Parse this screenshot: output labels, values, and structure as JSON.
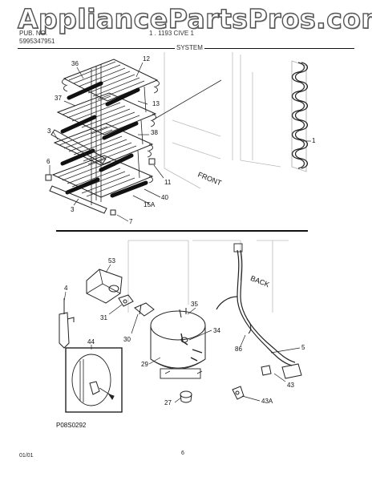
{
  "watermark": "AppliancePartsPros.com",
  "header": {
    "brand_partial": "PUB. NO. ",
    "pub_number": "5995347951",
    "model_partial": "1 .  1193  CIVE  1"
  },
  "section_title": "SYSTEM",
  "labels": {
    "front": "FRONT",
    "back": "BACK"
  },
  "callouts": {
    "c36": "36",
    "c12": "12",
    "c37": "37",
    "c13": "13",
    "c3a": "3",
    "c38": "38",
    "c6": "6",
    "c11": "11",
    "c40": "40",
    "c15a": "15A",
    "c3b": "3",
    "c7": "7",
    "c1": "1",
    "c53": "53",
    "c4": "4",
    "c31": "31",
    "c35": "35",
    "c34": "34",
    "c30": "30",
    "c44": "44",
    "c86": "86",
    "c5": "5",
    "c29": "29",
    "c43": "43",
    "c27": "27",
    "c43a": "43A"
  },
  "figure_code": "P08S0292",
  "footer": {
    "date": "01/01",
    "page": "6"
  }
}
